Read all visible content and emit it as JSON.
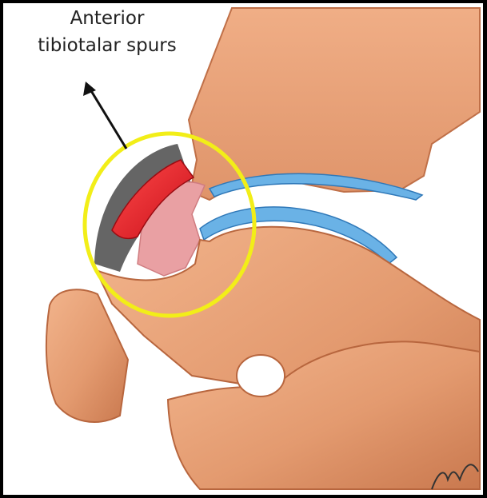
{
  "annotation": {
    "line1": "Anterior",
    "line2": "tibiotalar spurs"
  },
  "colors": {
    "bone": "#e39a6f",
    "bone_dark": "#b8663e",
    "cartilage": "#6ab2e6",
    "spur": "#e22124",
    "inflamed_tissue": "#ea9b9e",
    "highlight_circle": "#f2ee18"
  },
  "icons": [
    "arrow-pointer",
    "signature"
  ]
}
